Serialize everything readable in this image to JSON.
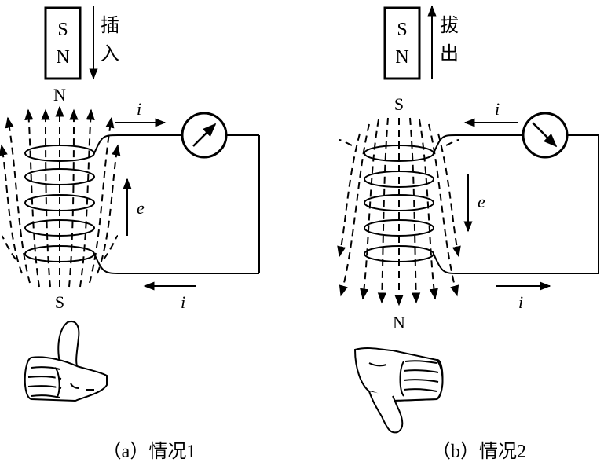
{
  "panel_a": {
    "magnet_top": "S",
    "magnet_bottom": "N",
    "motion_label_1": "插",
    "motion_label_2": "入",
    "pole_top": "N",
    "pole_bottom": "S",
    "current_top": "i",
    "current_bottom": "i",
    "emf": "e",
    "caption": "（a）情况1"
  },
  "panel_b": {
    "magnet_top": "S",
    "magnet_bottom": "N",
    "motion_label_1": "拔",
    "motion_label_2": "出",
    "pole_top": "S",
    "pole_bottom": "N",
    "current_top": "i",
    "current_bottom": "i",
    "emf": "e",
    "caption": "（b）情况2"
  }
}
